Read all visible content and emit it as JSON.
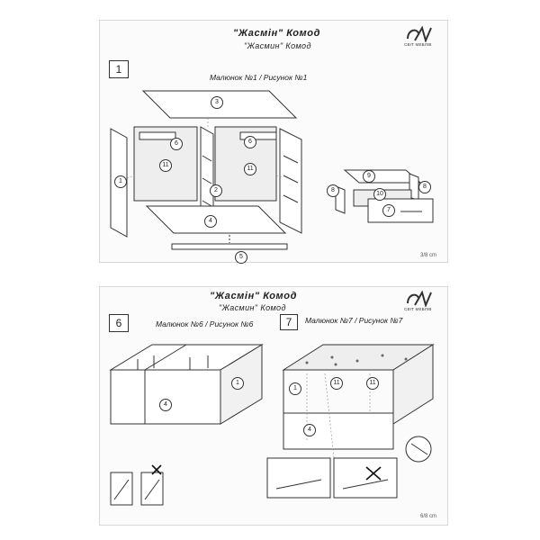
{
  "page1": {
    "title": "\"Жасмін\" Комод",
    "subtitle": "\"Жасмин\" Комод",
    "logo_text": "СВІТ МЕБЛІВ",
    "step_number": "1",
    "caption": "Малюнок №1 / Рисунок №1",
    "page_number": "3/8 cm",
    "callouts": [
      "3",
      "6",
      "6",
      "11",
      "11",
      "1",
      "2",
      "4",
      "5",
      "9",
      "8",
      "8",
      "10",
      "7"
    ]
  },
  "page2": {
    "title": "\"Жасмін\" Комод",
    "subtitle": "\"Жасмин\" Комод",
    "logo_text": "СВІТ МЕБЛІВ",
    "step6_number": "6",
    "step6_caption": "Малюнок №6 / Рисунок №6",
    "step7_number": "7",
    "step7_caption": "Малюнок №7 / Рисунок №7",
    "page_number": "6/8 cm",
    "callouts": [
      "1",
      "4",
      "11",
      "11",
      "1",
      "4"
    ]
  }
}
